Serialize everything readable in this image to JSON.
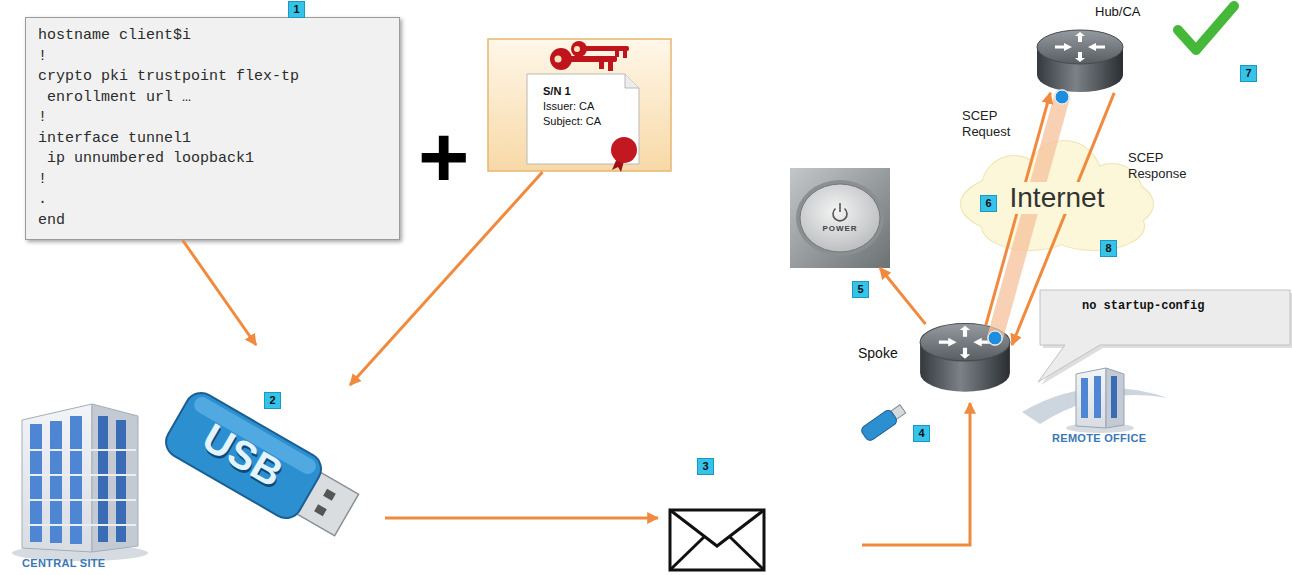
{
  "diagram": {
    "nodes": [
      {
        "text": [
          "hostname client$i",
          "!",
          "crypto pki trustpoint flex-tp",
          "enrollment url …",
          "!",
          "interface tunnel1",
          "ip unnumbered loopback1",
          "!",
          ".",
          "end"
        ]
      },
      {
        "text": [
          "S/N 1",
          "Issuer: CA",
          "Subject: CA"
        ]
      },
      {
        "text": [
          "USB"
        ]
      },
      {
        "text": [
          "Hub/CA"
        ]
      },
      {
        "text": [
          "Internet"
        ]
      },
      {
        "text": [
          "POWER"
        ]
      },
      {
        "text": [
          "no startup-config"
        ]
      },
      {
        "text": [
          "Spoke"
        ]
      }
    ],
    "edges": [
      {
        "from": 0,
        "to": 2,
        "arrow": "to"
      },
      {
        "from": 1,
        "to": 2,
        "arrow": "to"
      },
      {
        "from": 7,
        "to": 3,
        "label": "SCEP Request",
        "arrow": "to"
      },
      {
        "from": 3,
        "to": 7,
        "label": "SCEP Response",
        "arrow": "to"
      },
      {
        "from": 7,
        "to": 5,
        "arrow": "to"
      }
    ],
    "labels": [
      "1",
      "+",
      "2",
      "3",
      "4",
      "5",
      "6",
      "7",
      "8",
      "CENTRAL SITE",
      "REMOTE OFFICE"
    ]
  }
}
